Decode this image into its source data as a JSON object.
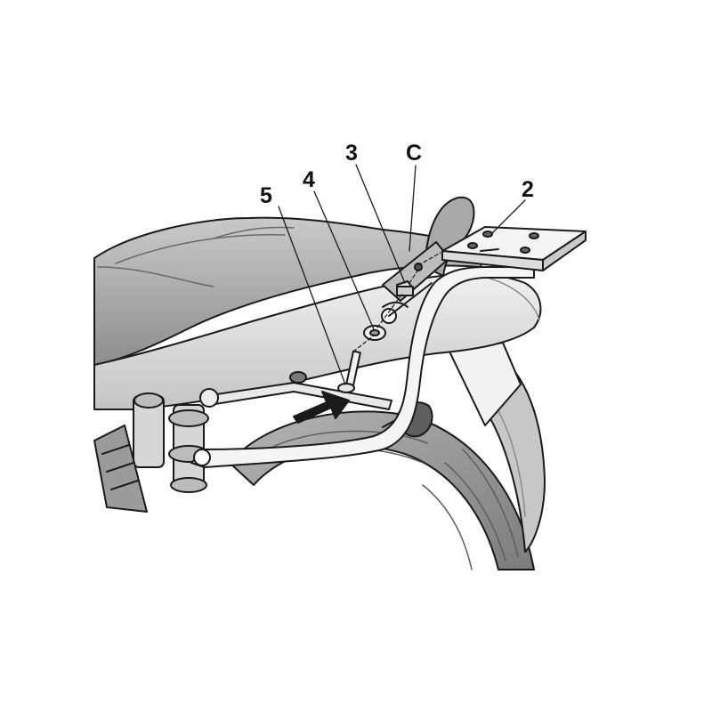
{
  "diagram": {
    "callouts": [
      {
        "id": "5",
        "label": "5",
        "part": "bolt"
      },
      {
        "id": "4",
        "label": "4",
        "part": "washer"
      },
      {
        "id": "3",
        "label": "3",
        "part": "nut"
      },
      {
        "id": "C",
        "label": "C",
        "part": "mounting-point"
      },
      {
        "id": "2",
        "label": "2",
        "part": "top-plate"
      }
    ],
    "colors": {
      "outline": "#1a1a1a",
      "body_light": "#e6e6e6",
      "body_mid": "#bdbdbd",
      "body_dark": "#8c8c8c",
      "tire": "#9a9a9a",
      "rack": "#f4f4f4",
      "arrow": "#1a1a1a"
    }
  }
}
